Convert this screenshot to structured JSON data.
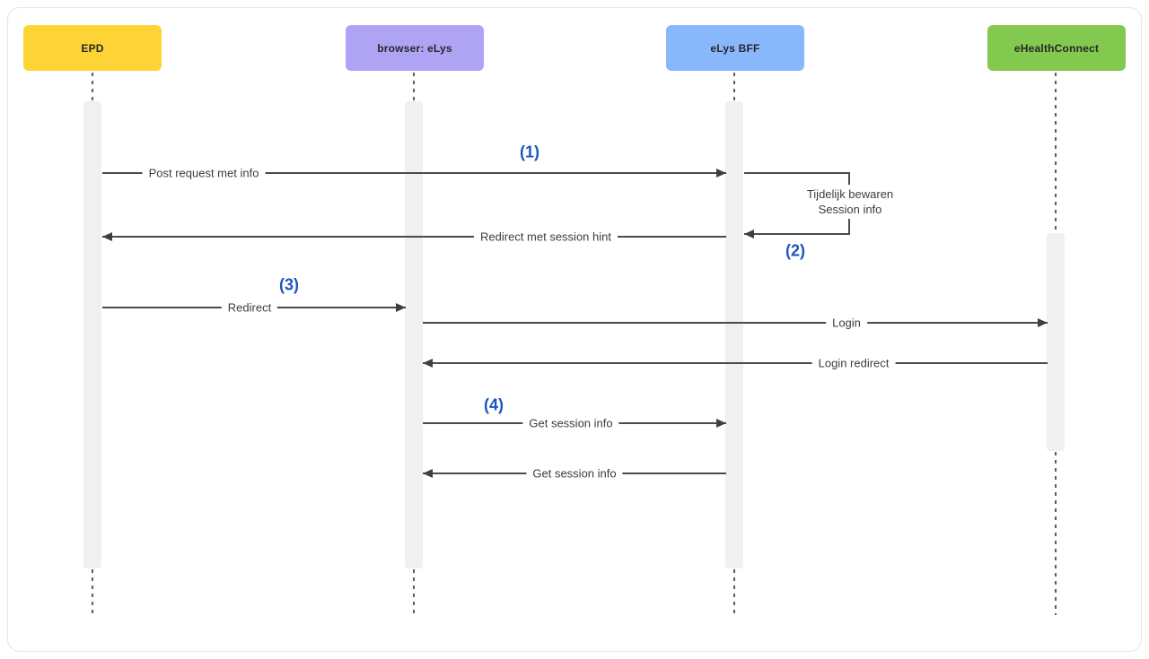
{
  "diagram": {
    "type": "sequence-diagram",
    "actors": [
      {
        "label": "EPD",
        "color": "#FDD435"
      },
      {
        "label": "browser: eLys",
        "color": "#AFA4F4"
      },
      {
        "label": "eLys BFF",
        "color": "#89B7FB"
      },
      {
        "label": "eHealthConnect",
        "color": "#84C94F"
      }
    ],
    "messages": [
      {
        "from": "EPD",
        "to": "eLys BFF",
        "label": "Post request met info"
      },
      {
        "from": "eLys BFF",
        "to": "EPD",
        "label": "Redirect met session hint"
      },
      {
        "from": "EPD",
        "to": "browser: eLys",
        "label": "Redirect"
      },
      {
        "from": "browser: eLys",
        "to": "eHealthConnect",
        "label": "Login"
      },
      {
        "from": "eHealthConnect",
        "to": "browser: eLys",
        "label": "Login redirect"
      },
      {
        "from": "browser: eLys",
        "to": "eLys BFF",
        "label": "Get session info"
      },
      {
        "from": "eLys BFF",
        "to": "browser: eLys",
        "label": "Get session info"
      }
    ],
    "self_message": {
      "actor": "eLys BFF",
      "lines": [
        "Tijdelijk bewaren",
        "Session info"
      ]
    },
    "steps": [
      {
        "text": "(1)"
      },
      {
        "text": "(2)"
      },
      {
        "text": "(3)"
      },
      {
        "text": "(4)"
      }
    ],
    "colors": {
      "step_label": "#1D54C4",
      "arrow": "#4A4A4A",
      "message_text": "#3D3D3D",
      "activation_bar": "#EFF0F2",
      "canvas_border": "#E5E5E5"
    }
  }
}
